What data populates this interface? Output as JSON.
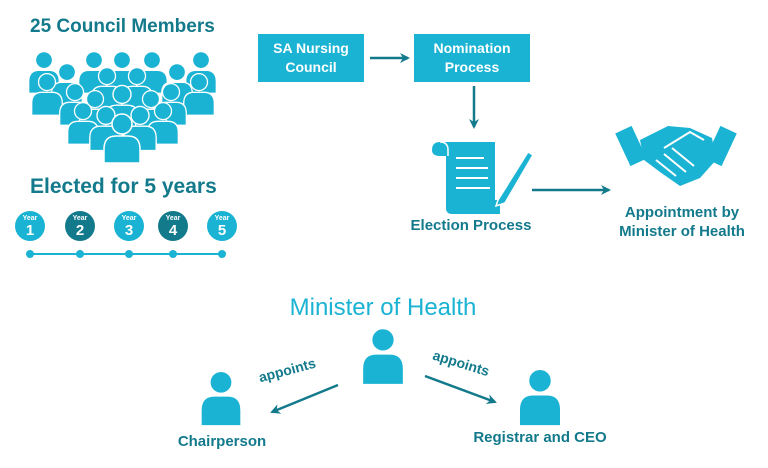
{
  "council": {
    "title": "25 Council Members",
    "term": "Elected for 5 years"
  },
  "years": [
    {
      "label": "Year",
      "num": "1",
      "color": "#1bb3d3"
    },
    {
      "label": "Year",
      "num": "2",
      "color": "#137a8c"
    },
    {
      "label": "Year",
      "num": "3",
      "color": "#1bb3d3"
    },
    {
      "label": "Year",
      "num": "4",
      "color": "#137a8c"
    },
    {
      "label": "Year",
      "num": "5",
      "color": "#1bb3d3"
    }
  ],
  "flow": {
    "box1_line1": "SA Nursing",
    "box1_line2": "Council",
    "box2_line1": "Nomination",
    "box2_line2": "Process",
    "election": "Election Process",
    "appoint_line1": "Appointment by",
    "appoint_line2": "Minister of Health"
  },
  "hierarchy": {
    "minister": "Minister of Health",
    "appoints_left": "appoints",
    "appoints_right": "appoints",
    "chair": "Chairperson",
    "registrar": "Registrar and CEO"
  },
  "colors": {
    "light": "#1bb3d3",
    "dark": "#137a8c"
  }
}
